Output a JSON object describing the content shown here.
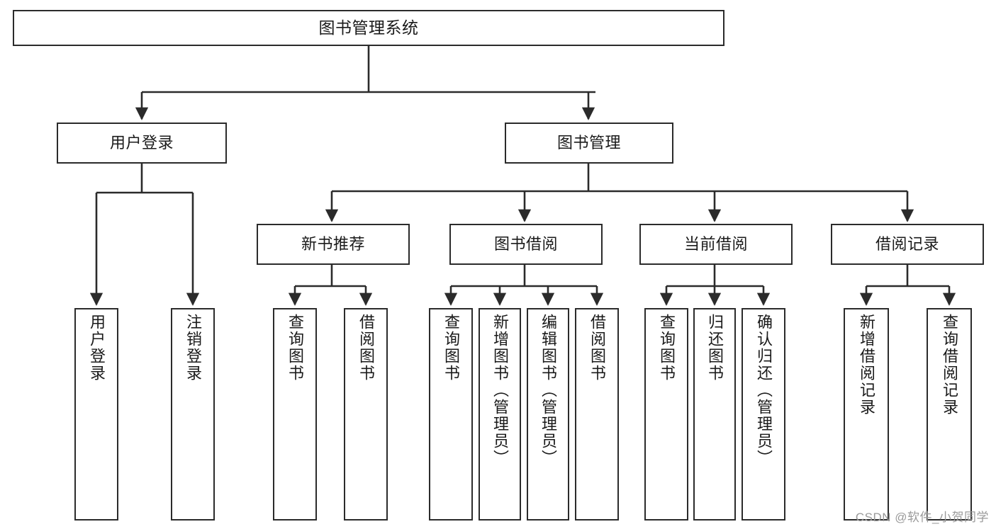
{
  "diagram": {
    "type": "tree-hierarchy",
    "title": "图书管理系统",
    "watermark": "CSDN @软件_小贺同学",
    "colors": {
      "background": "#ffffff",
      "node_border": "#2b2b2b",
      "node_fill": "#ffffff",
      "edge": "#2b2b2b",
      "text": "#1a1a1a",
      "watermark": "#9a9a9a"
    },
    "nodes": {
      "root": {
        "label": "图书管理系统"
      },
      "level2": [
        {
          "label": "用户登录"
        },
        {
          "label": "图书管理"
        }
      ],
      "level3": [
        {
          "label": "新书推荐"
        },
        {
          "label": "图书借阅"
        },
        {
          "label": "当前借阅"
        },
        {
          "label": "借阅记录"
        }
      ],
      "leaves": {
        "user_login": [
          {
            "label": "用户登录"
          },
          {
            "label": "注销登录"
          }
        ],
        "new_book_recommend": [
          {
            "label": "查询图书"
          },
          {
            "label": "借阅图书"
          }
        ],
        "book_borrow": [
          {
            "label": "查询图书"
          },
          {
            "label": "新增图书（管理员）"
          },
          {
            "label": "编辑图书（管理员）"
          },
          {
            "label": "借阅图书"
          }
        ],
        "current_borrow": [
          {
            "label": "查询图书"
          },
          {
            "label": "归还图书"
          },
          {
            "label": "确认归还（管理员）"
          }
        ],
        "borrow_record": [
          {
            "label": "新增借阅记录"
          },
          {
            "label": "查询借阅记录"
          }
        ]
      }
    }
  }
}
